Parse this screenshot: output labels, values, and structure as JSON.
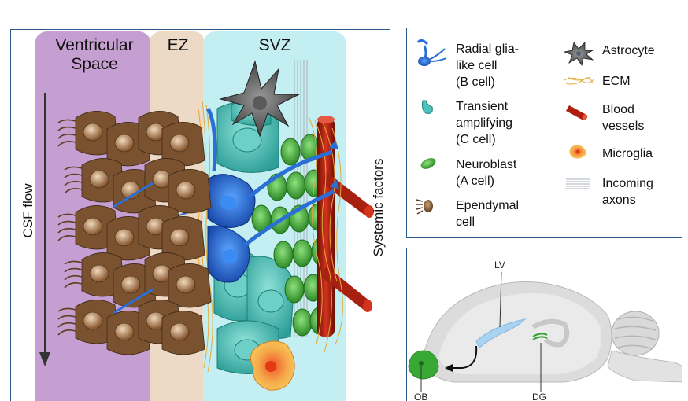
{
  "main": {
    "regions": {
      "ventricular_line1": "Ventricular",
      "ventricular_line2": "Space",
      "ez": "EZ",
      "svz": "SVZ"
    },
    "csf_label": "CSF flow",
    "systemic_label": "Systemic factors"
  },
  "legend": {
    "radial_glia": [
      "Radial glia-",
      "like cell",
      "(B cell)"
    ],
    "transient": [
      "Transient",
      "amplifying",
      "(C cell)"
    ],
    "neuroblast": [
      "Neuroblast",
      "(A cell)"
    ],
    "ependymal": [
      "Ependymal",
      "cell"
    ],
    "astrocyte": [
      "Astrocyte"
    ],
    "ecm": [
      "ECM"
    ],
    "blood": [
      "Blood",
      "vessels"
    ],
    "microglia": [
      "Microglia"
    ],
    "axons": [
      "Incoming",
      "axons"
    ]
  },
  "brain": {
    "lv": "LV",
    "ob": "OB",
    "dg": "DG"
  },
  "colors": {
    "ventricular": "#c59fd1",
    "ez": "#ecd9c6",
    "svz": "#c4eff2",
    "b_cell": "#2a6fd6",
    "c_cell": "#4dc4bd",
    "a_cell": "#3fb03a",
    "vessel": "#b01e10",
    "ependymal": "#7a5230",
    "border": "#2a5a8a"
  }
}
